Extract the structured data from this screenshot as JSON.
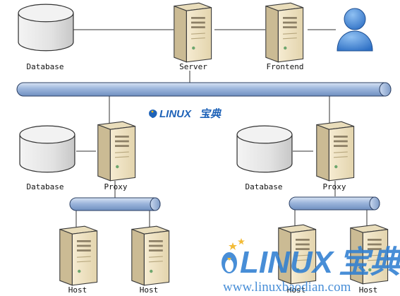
{
  "diagram": {
    "nodes": {
      "database_top": {
        "label": "Database",
        "icon": "database-icon"
      },
      "server": {
        "label": "Server",
        "icon": "server-icon"
      },
      "frontend": {
        "label": "Frontend",
        "icon": "server-icon"
      },
      "user": {
        "label": "",
        "icon": "user-icon"
      },
      "database_left": {
        "label": "Database",
        "icon": "database-icon"
      },
      "proxy_left": {
        "label": "Proxy",
        "icon": "server-icon"
      },
      "database_right": {
        "label": "Database",
        "icon": "database-icon"
      },
      "proxy_right": {
        "label": "Proxy",
        "icon": "server-icon"
      },
      "host_1": {
        "label": "Host",
        "icon": "server-icon"
      },
      "host_2": {
        "label": "Host",
        "icon": "server-icon"
      },
      "host_3": {
        "label": "Host",
        "icon": "server-icon"
      },
      "host_4": {
        "label": "Host",
        "icon": "server-icon"
      }
    },
    "buses": [
      "main-bus",
      "left-bus",
      "right-bus"
    ]
  },
  "watermarks": {
    "small": {
      "text_latin": "LINUX",
      "text_cjk": "宝典"
    },
    "large": {
      "text_latin": "LINUX",
      "text_cjk": "宝典",
      "url": "www.linuxbaodian.com"
    }
  },
  "colors": {
    "bus_fill": "#9db6dc",
    "bus_stroke": "#2b3f63",
    "server_body": "#efe3c4",
    "server_side": "#cbbb94",
    "database_fill": "#eeeeee",
    "user_blue": "#3f84d6",
    "watermark_blue": "#2f7fd2"
  }
}
